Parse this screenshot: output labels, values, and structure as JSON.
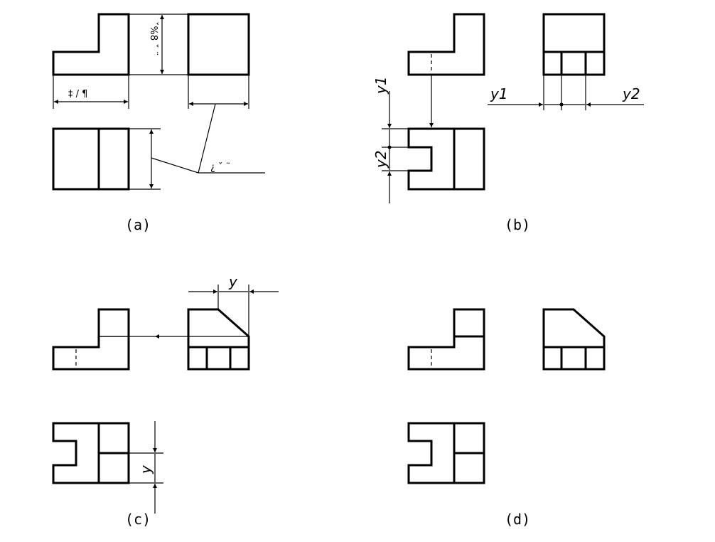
{
  "captions": {
    "a": "(a)",
    "b": "(b)",
    "c": "(c)",
    "d": "(d)"
  },
  "panel_a": {
    "width_label": "‡ / ¶",
    "height_label": "ˇ%8 ˇ ¨",
    "leader_label": "¿ ˇ ¨"
  },
  "panel_b": {
    "label_y1_left": "y1",
    "label_y2_left": "y2",
    "label_y1_right": "y1",
    "label_y2_right": "y2"
  },
  "panel_c": {
    "label_y_top": "y",
    "label_y_bottom": "y"
  }
}
